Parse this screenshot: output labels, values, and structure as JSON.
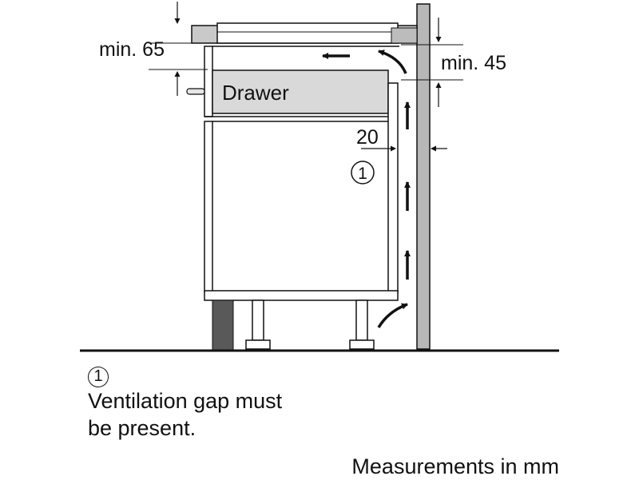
{
  "labels": {
    "min_top": "min. 65",
    "min_right": "min. 45",
    "drawer": "Drawer",
    "gap": "20",
    "callout": "1"
  },
  "legend": {
    "number": "1",
    "line1": "Ventilation gap must",
    "line2": "be present."
  },
  "footer": "Measurements in mm",
  "colors": {
    "ink": "#111111",
    "wall": "#b7b7b7",
    "plinth": "#595959",
    "drawer": "#d9d9d9",
    "hob": "#c9c9c9"
  }
}
